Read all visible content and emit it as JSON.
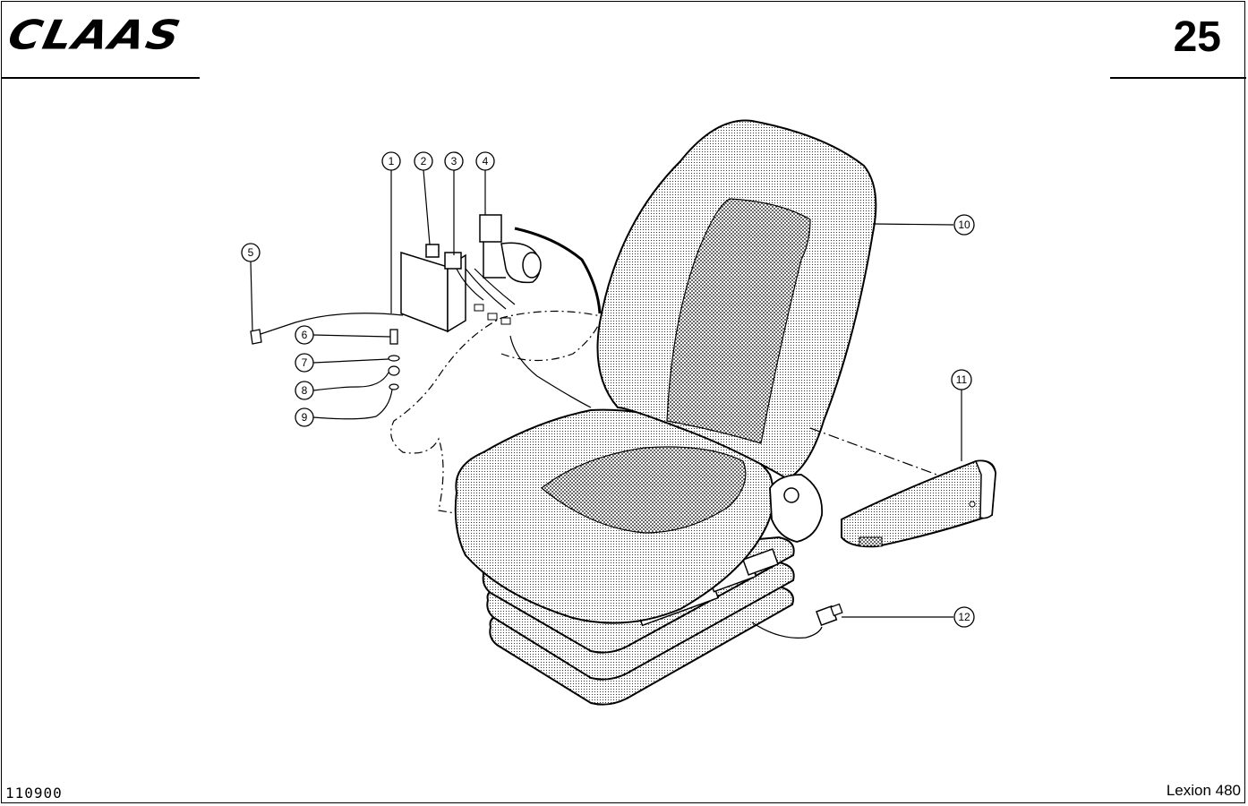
{
  "header": {
    "brand": "CLAAS",
    "page_number": "25"
  },
  "footer": {
    "document_code": "110900",
    "model": "Lexion 480"
  },
  "callouts": [
    "1",
    "2",
    "3",
    "4",
    "5",
    "6",
    "7",
    "8",
    "9",
    "10",
    "11",
    "12"
  ],
  "colors": {
    "ink": "#000000",
    "paper": "#ffffff",
    "fabric": "#d9d9d9"
  }
}
